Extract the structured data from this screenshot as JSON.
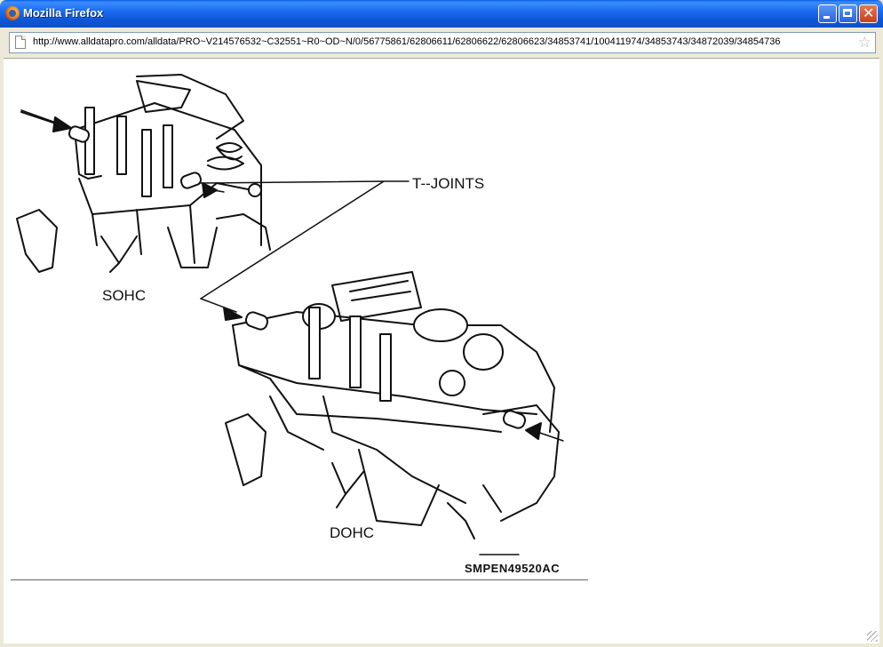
{
  "window": {
    "title": "Mozilla Firefox",
    "minimize_label": "",
    "close_label": "✕"
  },
  "address_bar": {
    "url": "http://www.alldatapro.com/alldata/PRO~V214576532~C32551~R0~OD~N/0/56775861/62806611/62806622/62806623/34853741/100411974/34853743/34872039/34854736"
  },
  "diagram": {
    "labels": {
      "sohc": "SOHC",
      "dohc": "DOHC",
      "t_joints": "T--JOINTS",
      "figure_code": "SMPEN49520AC"
    }
  },
  "icons": {
    "app": "firefox-icon",
    "page": "page-icon",
    "bookmark": "star-icon",
    "resize": "resize-grip-icon"
  },
  "colors": {
    "titlebar": "#0f57d9",
    "close_button": "#c4401f",
    "chrome": "#ece9d8"
  }
}
